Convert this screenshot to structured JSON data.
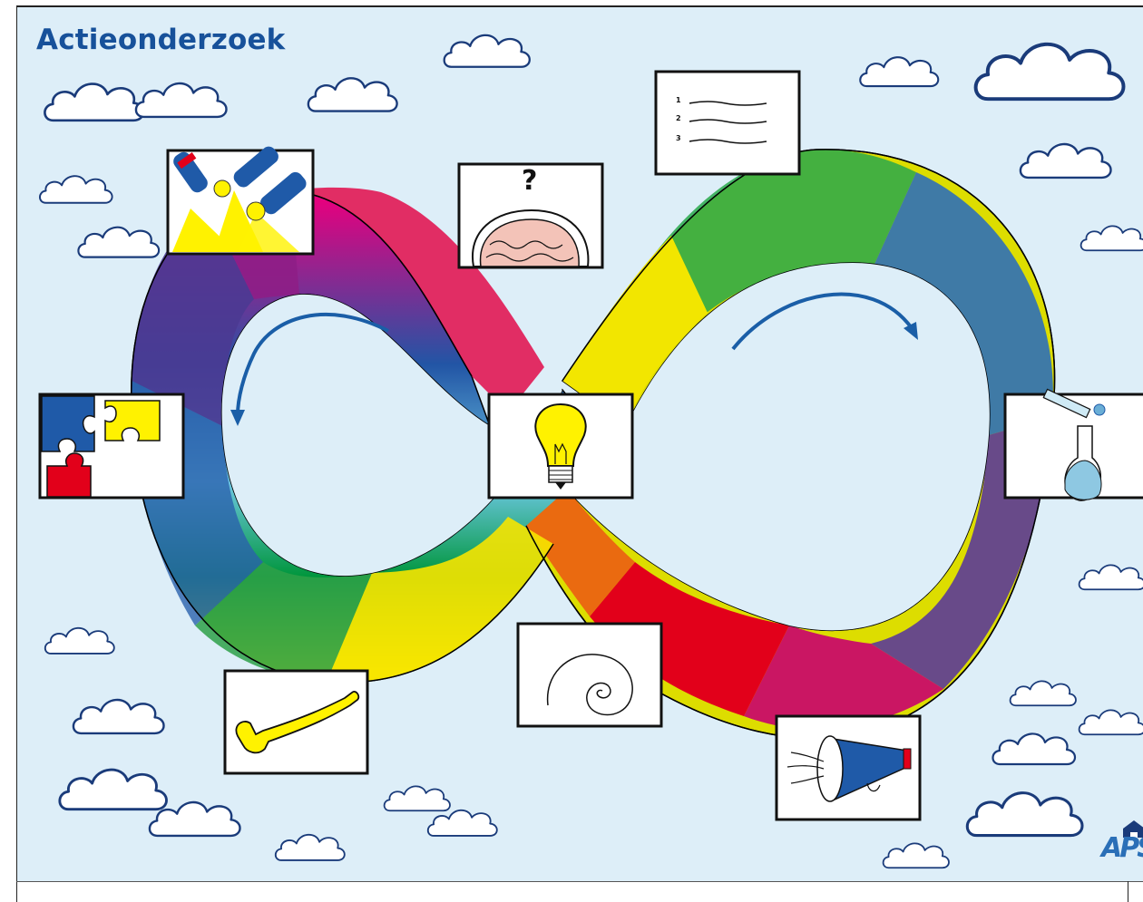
{
  "poster": {
    "title": "Actieonderzoek",
    "logo": "APS",
    "colors": {
      "sky": "#ddeef8",
      "title": "#17519a",
      "arrow": "#1a5ea7",
      "band_palette": [
        "#e0001d",
        "#ec0080",
        "#8b1a86",
        "#1c5aa8",
        "#8fd0e6",
        "#009c3c",
        "#fff000"
      ]
    },
    "stages": [
      {
        "name": "flashlights",
        "icon": "flashlights-icon"
      },
      {
        "name": "brain-question",
        "icon": "brain-question-icon",
        "label": "?"
      },
      {
        "name": "numbered-list",
        "icon": "numbered-list-icon",
        "list": [
          "1",
          "2",
          "3"
        ]
      },
      {
        "name": "puzzle",
        "icon": "puzzle-icon"
      },
      {
        "name": "lightbulb",
        "icon": "lightbulb-icon"
      },
      {
        "name": "experiment",
        "icon": "flask-icon"
      },
      {
        "name": "wrench",
        "icon": "wrench-icon"
      },
      {
        "name": "spiral",
        "icon": "spiral-icon"
      },
      {
        "name": "megaphone",
        "icon": "megaphone-icon"
      }
    ]
  }
}
